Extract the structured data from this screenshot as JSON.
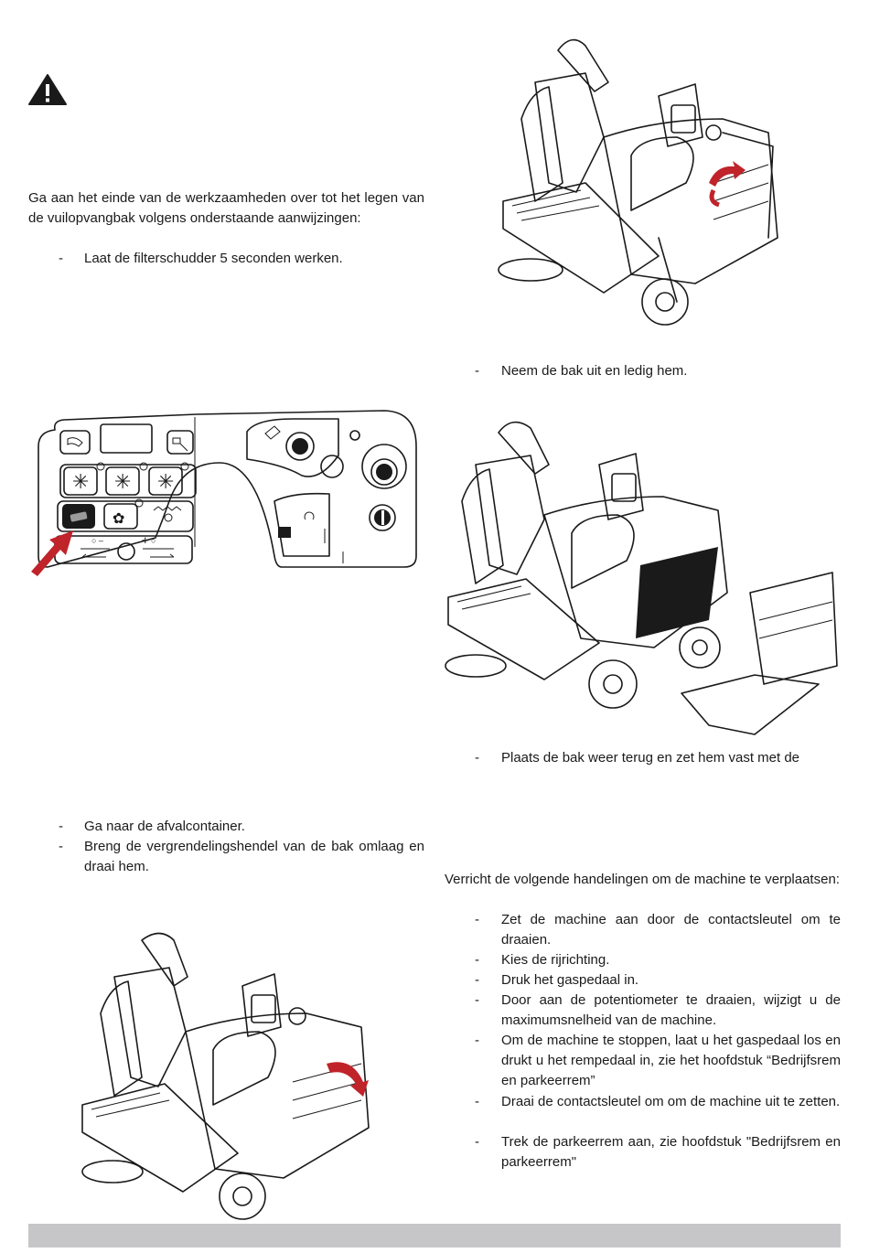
{
  "warning_icon": "warning-triangle-icon",
  "left_column": {
    "intro": "Ga aan het einde van de werkzaamheden over tot het legen van de vuilopvangbak volgens onderstaande aanwijzingen:",
    "step_filter": "Laat de filterschudder 5 seconden werken.",
    "step_container": "Ga naar de afvalcontainer.",
    "step_lever": "Breng de vergrendelingshendel van de bak omlaag en draai hem."
  },
  "right_column": {
    "step_remove": "Neem de bak uit en ledig hem.",
    "step_replace": "Plaats de bak weer terug en zet hem vast met de",
    "move_intro": "Verricht de volgende handelingen om de machine te verplaatsen:",
    "move_steps": [
      "Zet de machine aan door de contactsleutel om te draaien.",
      "Kies de rijrichting.",
      "Druk het gaspedaal in.",
      "Door aan de potentiometer te draaien, wijzigt u de maximumsnelheid van de machine.",
      "Om de machine te stoppen, laat u het gaspedaal los en drukt u het rempedaal in, zie het hoofdstuk “Bedrijfsrem en parkeerrem”",
      "Draai de contactsleutel om om de machine uit te zetten.",
      "Trek de parkeerrem aan, zie hoofdstuk \"Bedrijfsrem en parkeerrem\""
    ]
  },
  "dash": "-",
  "colors": {
    "arrow": "#c0232a",
    "footer": "#c6c6c8",
    "text": "#1a1a1a"
  },
  "icons": [
    "control-panel-illustration",
    "sweeper-machine-illustration",
    "hopper-removed-illustration",
    "lever-rotate-arrow-icon"
  ]
}
